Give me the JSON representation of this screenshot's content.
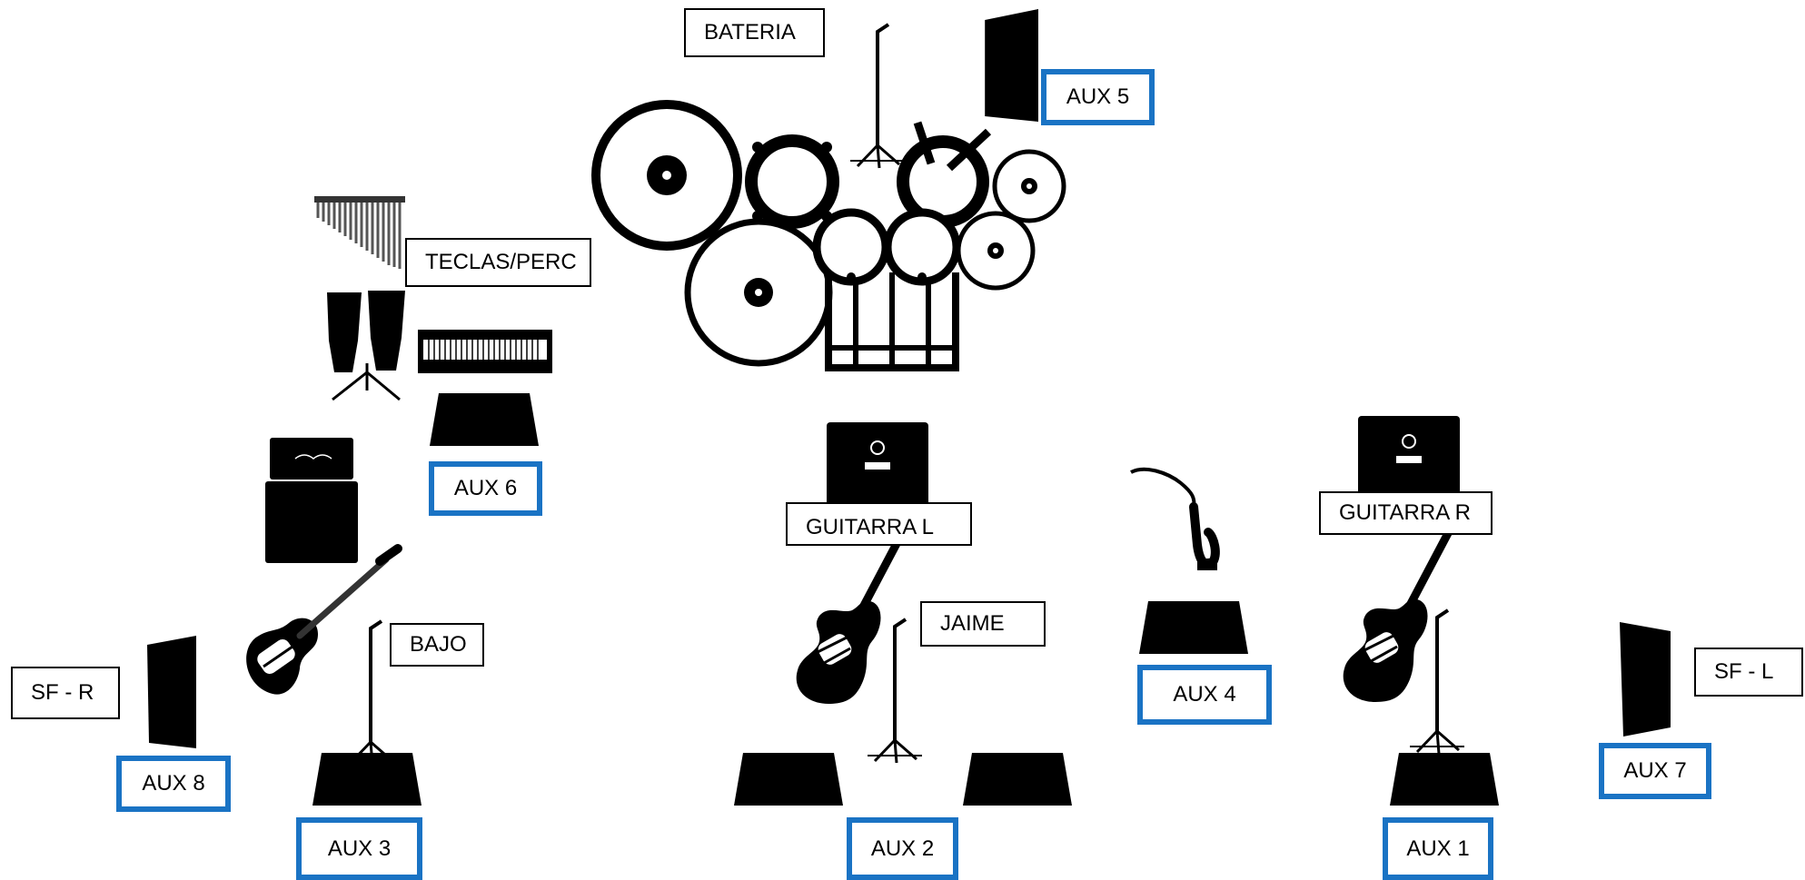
{
  "labels": {
    "bateria": "BATERIA",
    "teclas_perc": "TECLAS/PERC",
    "guitarra_l": "GUITARRA L",
    "guitarra_r": "GUITARRA R",
    "jaime": "JAIME",
    "bajo": "BAJO",
    "sf_r": "SF - R",
    "sf_l": "SF - L"
  },
  "aux": {
    "aux1": "AUX 1",
    "aux2": "AUX 2",
    "aux3": "AUX 3",
    "aux4": "AUX 4",
    "aux5": "AUX 5",
    "aux6": "AUX 6",
    "aux7": "AUX 7",
    "aux8": "AUX 8"
  },
  "colors": {
    "aux_border": "#1a73c4",
    "equipment": "#000000"
  }
}
